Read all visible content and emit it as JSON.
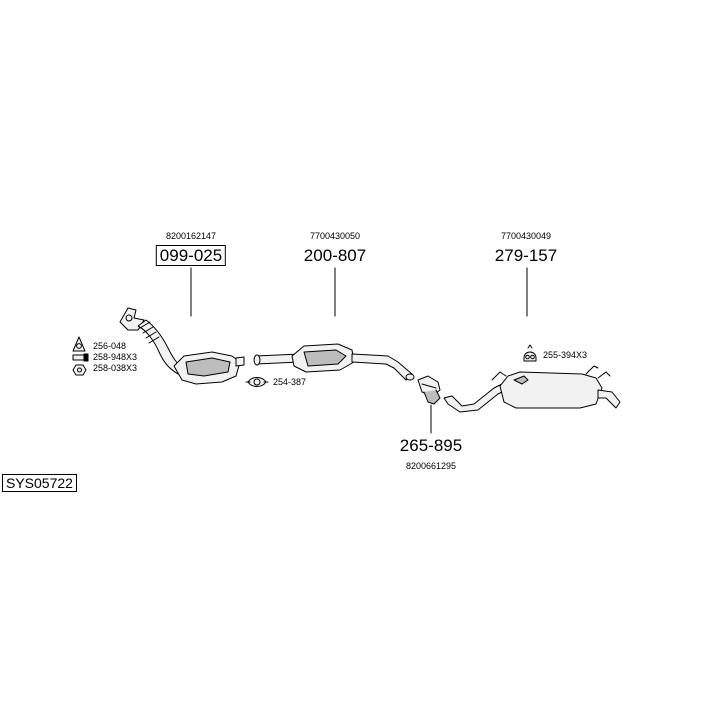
{
  "colors": {
    "line": "#000000",
    "part_fill": "#f2f2f2",
    "part_shade": "#bdbdbd",
    "background": "#ffffff"
  },
  "system_code": "SYS05722",
  "parts": [
    {
      "part_number": "099-025",
      "oem_number": "8200162147",
      "boxed": true,
      "name": "front-catalyst"
    },
    {
      "part_number": "200-807",
      "oem_number": "7700430050",
      "boxed": false,
      "name": "centre-catalyst"
    },
    {
      "part_number": "279-157",
      "oem_number": "7700430049",
      "boxed": false,
      "name": "rear-silencer"
    },
    {
      "part_number": "265-895",
      "oem_number": "8200661295",
      "boxed": false,
      "name": "flex-joint"
    }
  ],
  "accessories": [
    {
      "code": "256-048",
      "icon": "gasket-icon"
    },
    {
      "code": "258-948X3",
      "icon": "bolt-icon"
    },
    {
      "code": "258-038X3",
      "icon": "nut-icon"
    },
    {
      "code": "254-387",
      "icon": "clamp-icon"
    },
    {
      "code": "255-394X3",
      "icon": "rubber-hanger-icon"
    }
  ]
}
